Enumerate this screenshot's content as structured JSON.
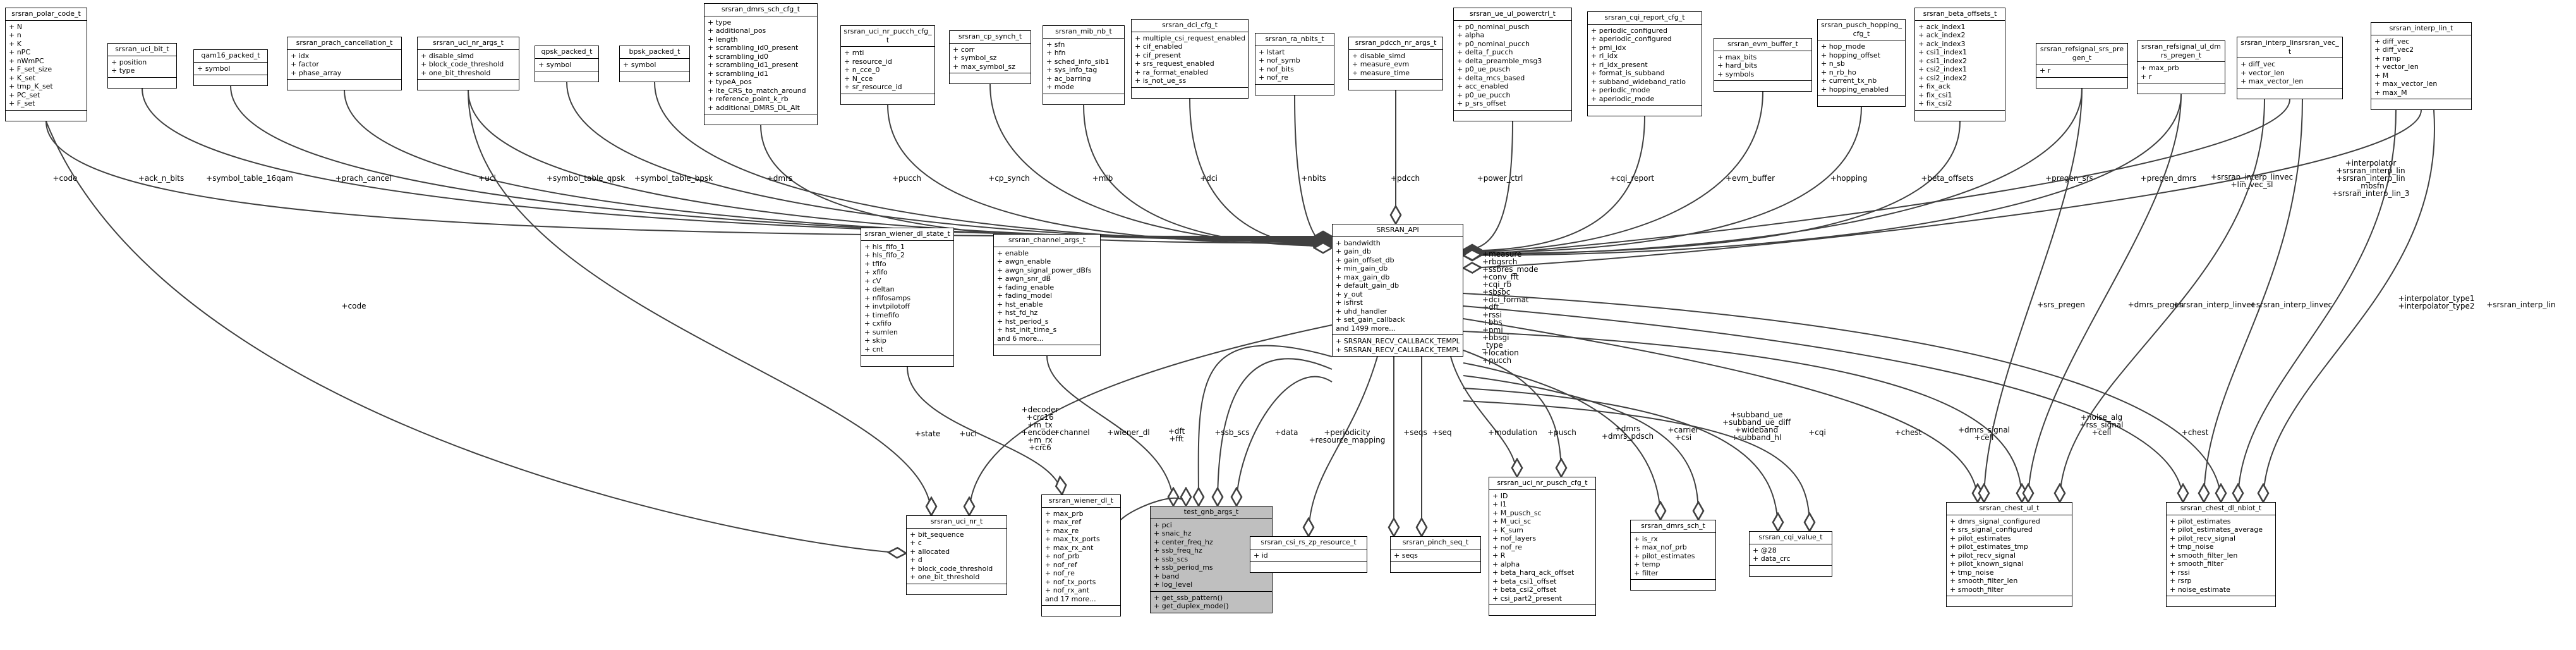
{
  "nodes": [
    {
      "id": "polar",
      "title": "srsran_polar_code_t",
      "attrs": [
        "+ N",
        "+ n",
        "+ K",
        "+ nPC",
        "+ nWmPC",
        "+ F_set_size",
        "+ K_set",
        "+ tmp_K_set",
        "+ PC_set",
        "+ F_set"
      ],
      "methods": []
    },
    {
      "id": "ucibit",
      "title": "srsran_uci_bit_t",
      "attrs": [
        "+ position",
        "+ type"
      ],
      "methods": []
    },
    {
      "id": "qam16",
      "title": "qam16_packed_t",
      "attrs": [
        "+ symbol"
      ],
      "methods": []
    },
    {
      "id": "prach",
      "title": "srsran_prach_cancellation_t",
      "attrs": [
        "+ idx",
        "+ factor",
        "+ phase_array"
      ],
      "methods": []
    },
    {
      "id": "ucinrargs",
      "title": "srsran_uci_nr_args_t",
      "attrs": [
        "+ disable_simd",
        "+ block_code_threshold",
        "+ one_bit_threshold"
      ],
      "methods": []
    },
    {
      "id": "qpsk",
      "title": "qpsk_packed_t",
      "attrs": [
        "+ symbol"
      ],
      "methods": []
    },
    {
      "id": "bpsk",
      "title": "bpsk_packed_t",
      "attrs": [
        "+ symbol"
      ],
      "methods": []
    },
    {
      "id": "dmrssch",
      "title": "srsran_dmrs_sch_cfg_t",
      "attrs": [
        "+ type",
        "+ additional_pos",
        "+ length",
        "+ scrambling_id0_present",
        "+ scrambling_id0",
        "+ scrambling_id1_present",
        "+ scrambling_id1",
        "+ typeA_pos",
        "+ lte_CRS_to_match_around",
        "+ reference_point_k_rb",
        "+ additional_DMRS_DL_Alt"
      ],
      "methods": []
    },
    {
      "id": "ucinrpucch",
      "title": "srsran_uci_nr_pucch_cfg_t",
      "attrs": [
        "+ rnti",
        "+ resource_id",
        "+ n_cce_0",
        "+ N_cce",
        "+ sr_resource_id"
      ],
      "methods": []
    },
    {
      "id": "cpsynch",
      "title": "srsran_cp_synch_t",
      "attrs": [
        "+ corr",
        "+ symbol_sz",
        "+ max_symbol_sz"
      ],
      "methods": []
    },
    {
      "id": "mibnb",
      "title": "srsran_mib_nb_t",
      "attrs": [
        "+ sfn",
        "+ hfn",
        "+ sched_info_sib1",
        "+ sys_info_tag",
        "+ ac_barring",
        "+ mode"
      ],
      "methods": []
    },
    {
      "id": "dcicfg",
      "title": "srsran_dci_cfg_t",
      "attrs": [
        "+ multiple_csi_request_enabled",
        "+ cif_enabled",
        "+ cif_present",
        "+ srs_request_enabled",
        "+ ra_format_enabled",
        "+ is_not_ue_ss"
      ],
      "methods": []
    },
    {
      "id": "ranbits",
      "title": "srsran_ra_nbits_t",
      "attrs": [
        "+ lstart",
        "+ nof_symb",
        "+ nof_bits",
        "+ nof_re"
      ],
      "methods": []
    },
    {
      "id": "pdcchnr",
      "title": "srsran_pdcch_nr_args_t",
      "attrs": [
        "+ disable_simd",
        "+ measure_evm",
        "+ measure_time"
      ],
      "methods": []
    },
    {
      "id": "uepower",
      "title": "srsran_ue_ul_powerctrl_t",
      "attrs": [
        "+ p0_nominal_pusch",
        "+ alpha",
        "+ p0_nominal_pucch",
        "+ delta_f_pucch",
        "+ delta_preamble_msg3",
        "+ p0_ue_pusch",
        "+ delta_mcs_based",
        "+ acc_enabled",
        "+ p0_ue_pucch",
        "+ p_srs_offset"
      ],
      "methods": []
    },
    {
      "id": "cqireport",
      "title": "srsran_cqi_report_cfg_t",
      "attrs": [
        "+ periodic_configured",
        "+ aperiodic_configured",
        "+ pmi_idx",
        "+ ri_idx",
        "+ ri_idx_present",
        "+ format_is_subband",
        "+ subband_wideband_ratio",
        "+ periodic_mode",
        "+ aperiodic_mode"
      ],
      "methods": []
    },
    {
      "id": "evmbuf",
      "title": "srsran_evm_buffer_t",
      "attrs": [
        "+ max_bits",
        "+ hard_bits",
        "+ symbols"
      ],
      "methods": []
    },
    {
      "id": "puschhop",
      "title": "srsran_pusch_hopping_cfg_t",
      "attrs": [
        "+ hop_mode",
        "+ hopping_offset",
        "+ n_sb",
        "+ n_rb_ho",
        "+ current_tx_nb",
        "+ hopping_enabled"
      ],
      "methods": []
    },
    {
      "id": "betaoff",
      "title": "srsran_beta_offsets_t",
      "attrs": [
        "+ ack_index1",
        "+ ack_index2",
        "+ ack_index3",
        "+ csi1_index1",
        "+ csi1_index2",
        "+ csi2_index1",
        "+ csi2_index2",
        "+ fix_ack",
        "+ fix_csi1",
        "+ fix_csi2"
      ],
      "methods": []
    },
    {
      "id": "refsrs",
      "title": "srsran_refsignal_srs_pregen_t",
      "attrs": [
        "+ r"
      ],
      "methods": []
    },
    {
      "id": "refdmrs",
      "title": "srsran_refsignal_ul_dmrs_pregen_t",
      "attrs": [
        "+ max_prb",
        "+ r"
      ],
      "methods": []
    },
    {
      "id": "interplin",
      "title": "srsran_interp_linsrsran_vec_t",
      "attrs": [
        "+ diff_vec",
        "+ vector_len",
        "+ max_vector_len"
      ],
      "methods": []
    },
    {
      "id": "interpl",
      "title": "srsran_interp_lin_t",
      "attrs": [
        "+ diff_vec",
        "+ diff_vec2",
        "+ ramp",
        "+ vector_len",
        "+ M",
        "+ max_vector_len",
        "+ max_M"
      ],
      "methods": []
    },
    {
      "id": "api",
      "title": "SRSRAN_API",
      "attrs": [
        "+ bandwidth",
        "+ gain_db",
        "+ gain_offset_db",
        "+ min_gain_db",
        "+ max_gain_db",
        "+ default_gain_db",
        "+ y_out",
        "+ isfirst",
        "+ uhd_handler",
        "+ set_gain_callback",
        "and 1499 more..."
      ],
      "methods": [
        "+ SRSRAN_RECV_CALLBACK_TEMPLATE()",
        "+ SRSRAN_RECV_CALLBACK_TEMPLATE()"
      ]
    },
    {
      "id": "wienerstate",
      "title": "srsran_wiener_dl_state_t",
      "attrs": [
        "+ hls_fifo_1",
        "+ hls_fifo_2",
        "+ tfifo",
        "+ xfifo",
        "+ cV",
        "+ deltan",
        "+ nfifosamps",
        "+ invtpilotoff",
        "+ timefifo",
        "+ cxfifo",
        "+ sumlen",
        "+ skip",
        "+ cnt"
      ],
      "methods": []
    },
    {
      "id": "channelargs",
      "title": "srsran_channel_args_t",
      "attrs": [
        "+ enable",
        "+ awgn_enable",
        "+ awgn_signal_power_dBfs",
        "+ awgn_snr_dB",
        "+ fading_enable",
        "+ fading_model",
        "+ hst_enable",
        "+ hst_fd_hz",
        "+ hst_period_s",
        "+ hst_init_time_s",
        "and 6 more..."
      ],
      "methods": []
    },
    {
      "id": "ucinr",
      "title": "srsran_uci_nr_t",
      "attrs": [
        "+ bit_sequence",
        "+ c",
        "+ allocated",
        "+ d",
        "+ block_code_threshold",
        "+ one_bit_threshold"
      ],
      "methods": []
    },
    {
      "id": "wiener",
      "title": "srsran_wiener_dl_t",
      "attrs": [
        "+ max_prb",
        "+ max_ref",
        "+ max_re",
        "+ max_tx_ports",
        "+ max_rx_ant",
        "+ nof_prb",
        "+ nof_ref",
        "+ nof_re",
        "+ nof_tx_ports",
        "+ nof_rx_ant",
        "and 17 more..."
      ],
      "methods": []
    },
    {
      "id": "testgnb",
      "title": "test_gnb_args_t",
      "hl": true,
      "attrs": [
        "+ pci",
        "+ snaic_hz",
        "+ center_freq_hz",
        "+ ssb_freq_hz",
        "+ ssb_scs",
        "+ ssb_period_ms",
        "+ band",
        "+ log_level"
      ],
      "methods": [
        "+ get_ssb_pattern()",
        "+ get_duplex_mode()"
      ]
    },
    {
      "id": "csirs",
      "title": "srsran_csi_rs_zp_resource_t",
      "attrs": [
        "+ id"
      ],
      "methods": []
    },
    {
      "id": "pinchseq",
      "title": "srsran_pinch_seq_t",
      "attrs": [
        "+ seqs"
      ],
      "methods": []
    },
    {
      "id": "ucinrpusch",
      "title": "srsran_uci_nr_pusch_cfg_t",
      "attrs": [
        "+ ID",
        "+ l1",
        "+ M_pusch_sc",
        "+ M_uci_sc",
        "+ K_sum",
        "+ nof_layers",
        "+ nof_re",
        "+ R",
        "+ alpha",
        "+ beta_harq_ack_offset",
        "+ beta_csi1_offset",
        "+ beta_csi2_offset",
        "+ csi_part2_present"
      ],
      "methods": []
    },
    {
      "id": "dmrssch2",
      "title": "srsran_dmrs_sch_t",
      "attrs": [
        "+ is_rx",
        "+ max_nof_prb",
        "+ pilot_estimates",
        "+ temp",
        "+ filter"
      ],
      "methods": []
    },
    {
      "id": "cqivalue",
      "title": "srsran_cqi_value_t",
      "attrs": [
        "+ @28",
        "+ data_crc"
      ],
      "methods": []
    },
    {
      "id": "chestul",
      "title": "srsran_chest_ul_t",
      "attrs": [
        "+ dmrs_signal_configured",
        "+ srs_signal_configured",
        "+ pilot_estimates",
        "+ pilot_estimates_tmp",
        "+ pilot_recv_signal",
        "+ pilot_known_signal",
        "+ tmp_noise",
        "+ smooth_filter_len",
        "+ smooth_filter"
      ],
      "methods": []
    },
    {
      "id": "chestdl",
      "title": "srsran_chest_dl_nbiot_t",
      "attrs": [
        "+ pilot_estimates",
        "+ pilot_estimates_average",
        "+ pilot_recv_signal",
        "+ tmp_noise",
        "+ smooth_filter_len",
        "+ smooth_filter",
        "+ rssi",
        "+ rsrp",
        "+ noise_estimate"
      ],
      "methods": []
    }
  ],
  "edge_labels": [
    "+code",
    "+ack_n_bits",
    "+symbol_table_16qam",
    "+prach_cancel",
    "+uci",
    "+symbol_table_qpsk",
    "+symbol_table_bpsk",
    "+dmrs",
    "+pucch",
    "+cp_synch",
    "+mib",
    "+dci",
    "+nbits",
    "+pdcch",
    "+power_ctrl",
    "+cqi_report",
    "+evm_buffer",
    "+hopping",
    "+beta_offsets",
    "+pregen_srs",
    "+pregen_dmrs",
    "+srsran_interp_linvec\n+lin_vec_sl",
    "+interpolator\n+srsran_interp_lin\n+srsran_interp_lin\n_mbsfn\n+srsran_interp_lin_3",
    "+measure\n+rbgsrch\n+ssbres_mode\n+conv_fft\n+cqi_rb\n+sbsbc\n+dci_format\n+dft\n+rssi\n+bbs\n+pmi\n+bbsgi\n_type\n+location\n+pucch",
    "+code",
    "+state",
    "+uci",
    "+decoder\n+crc16\n+m_tx\n+encoder\n+m_rx\n+crc6",
    "+channel",
    "+wiener_dl",
    "+dft\n+fft",
    "+ssb_scs",
    "+data",
    "+periodicity\n+resource_mapping",
    "+seqs",
    "+seq",
    "+modulation",
    "+pusch",
    "+dmrs\n+dmrs_pdsch",
    "+carrier\n+csi",
    "+subband_ue\n+subband_ue_diff\n+wideband\n+subband_hl",
    "+cqi",
    "+chest",
    "+dmrs_signal\n+cell",
    "+noise_alg\n+rss_signal\n+cell",
    "+chest",
    "+srs_pregen",
    "+dmrs_pregen",
    "+srsran_interp_linvec",
    "+srsran_interp_linvec",
    "+interpolator_type1\n+interpolator_type2",
    "+srsran_interp_lin"
  ]
}
